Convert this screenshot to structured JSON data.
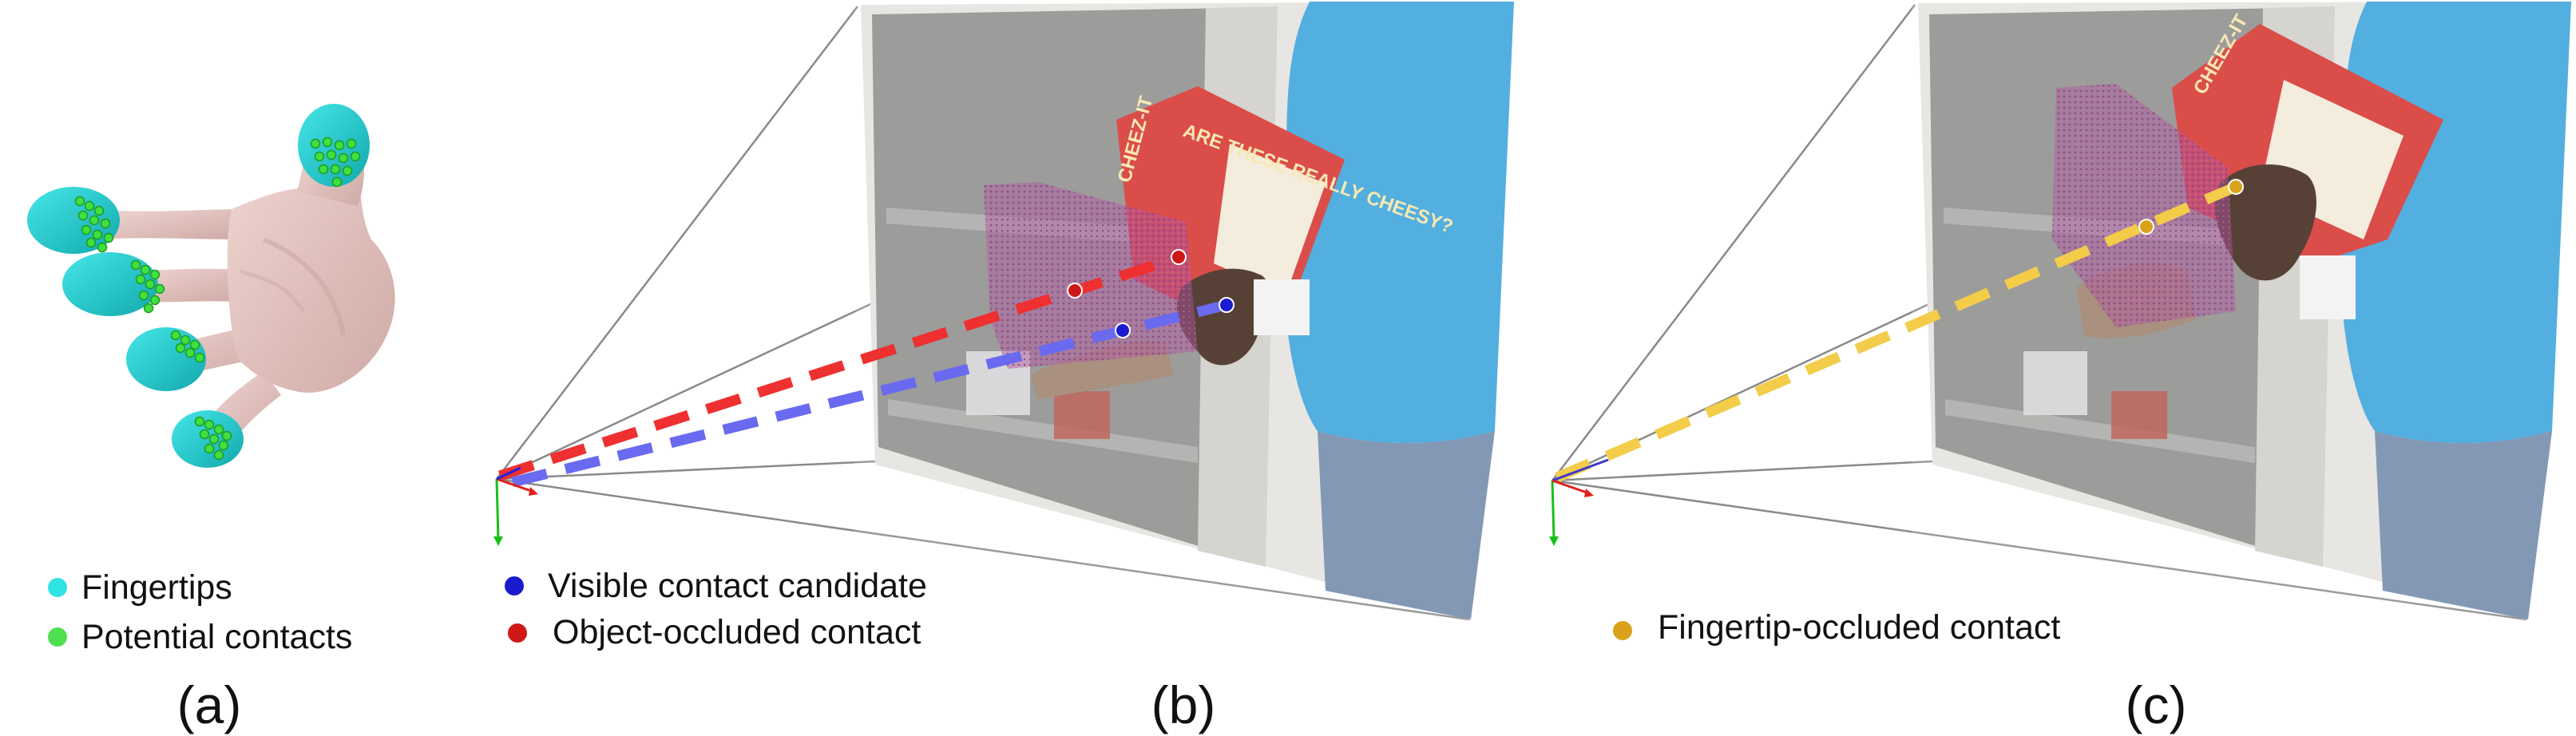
{
  "panels": {
    "a": {
      "caption": "(a)",
      "legend": [
        {
          "label": "Fingertips",
          "color": "#2fe3e3"
        },
        {
          "label": "Potential contacts",
          "color": "#4fe04f"
        }
      ]
    },
    "b": {
      "caption": "(b)",
      "legend": [
        {
          "label": "Visible contact candidate",
          "color": "#1a1ad0"
        },
        {
          "label": "Object-occluded contact",
          "color": "#d01818"
        }
      ]
    },
    "c": {
      "caption": "(c)",
      "legend": [
        {
          "label": "Fingertip-occluded contact",
          "color": "#d9a21a"
        }
      ]
    }
  },
  "scene": {
    "book_text_1": "CHEEZ-IT",
    "book_text_2": "ARE THESE REALLY CHEESY?"
  },
  "colors": {
    "fingertip": "#22cfd2",
    "contact": "#3fe03f",
    "hand": "#e8c9c4",
    "ray_visible": "#6a6af0",
    "ray_object_occluded": "#ee3030",
    "ray_fingertip_occluded": "#f3cc4a",
    "mesh": "#a0368f"
  }
}
